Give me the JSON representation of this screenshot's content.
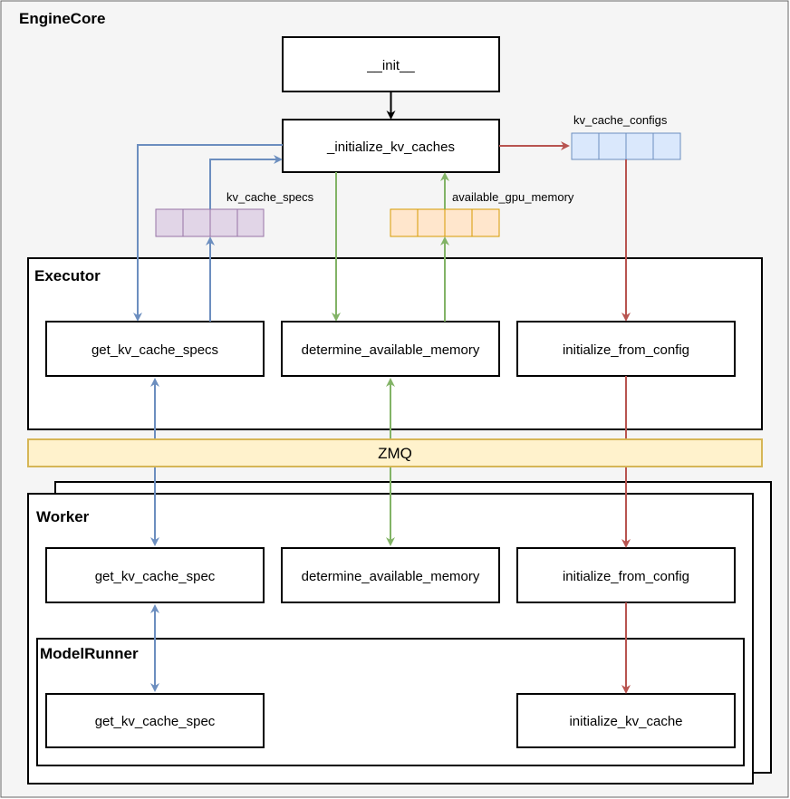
{
  "containers": {
    "engine_core": "EngineCore",
    "executor": "Executor",
    "worker": "Worker",
    "model_runner": "ModelRunner"
  },
  "engine_core": {
    "init": "__init__",
    "initialize_kv_caches": "_initialize_kv_caches"
  },
  "executor": {
    "get_kv_cache_specs": "get_kv_cache_specs",
    "determine_available_memory": "determine_available_memory",
    "initialize_from_config": "initialize_from_config"
  },
  "zmq": "ZMQ",
  "worker": {
    "get_kv_cache_spec": "get_kv_cache_spec",
    "determine_available_memory": "determine_available_memory",
    "initialize_from_config": "initialize_from_config"
  },
  "model_runner": {
    "get_kv_cache_spec": "get_kv_cache_spec",
    "initialize_kv_cache": "initialize_kv_cache"
  },
  "data_labels": {
    "kv_cache_specs": "kv_cache_specs",
    "available_gpu_memory": "available_gpu_memory",
    "kv_cache_configs": "kv_cache_configs"
  },
  "colors": {
    "blue": "#6c8ebf",
    "green": "#82b366",
    "red": "#b85450",
    "black": "#000000",
    "purple_fill": "#e1d5e7",
    "purple_stroke": "#9673a6",
    "orange_fill": "#ffe6cc",
    "orange_stroke": "#d79b00",
    "lightblue_fill": "#dae8fc",
    "lightblue_stroke": "#6c8ebf",
    "zmq_fill": "#fff2cc",
    "zmq_stroke": "#d6b656"
  }
}
